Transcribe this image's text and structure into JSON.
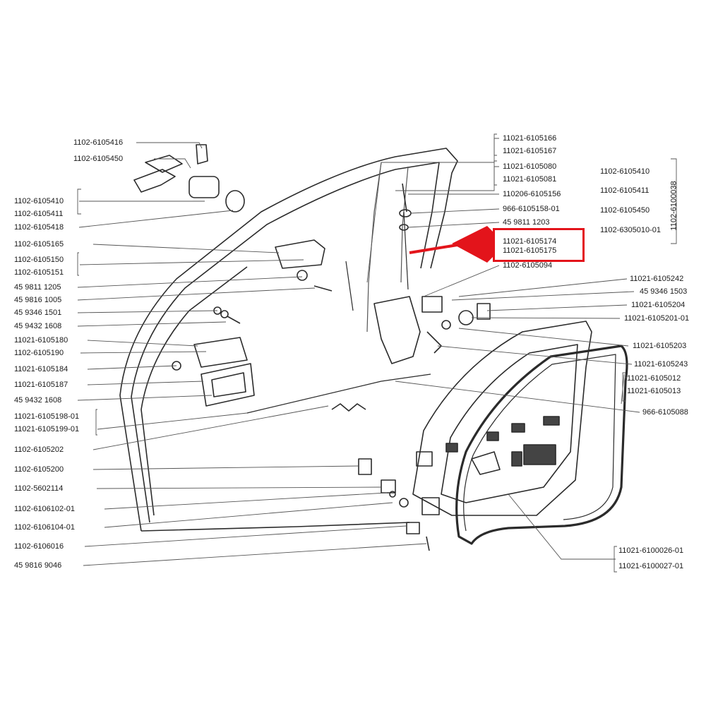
{
  "left_labels": [
    "1102-6105416",
    "1102-6105450",
    "1102-6105410",
    "1102-6105411",
    "1102-6105418",
    "1102-6105165",
    "1102-6105150",
    "1102-6105151",
    "45 9811 1205",
    "45 9816 1005",
    "45 9346 1501",
    "45 9432 1608",
    "11021-6105180",
    "1102-6105190",
    "11021-6105184",
    "11021-6105187",
    "45 9432 1608",
    "11021-6105198-01",
    "11021-6105199-01",
    "1102-6105202",
    "1102-6105200",
    "1102-5602114",
    "1102-6106102-01",
    "1102-6106104-01",
    "1102-6106016",
    "45 9816 9046"
  ],
  "top_right_labels": [
    "11021-6105166",
    "11021-6105167",
    "11021-6105080",
    "11021-6105081",
    "110206-6105156",
    "966-6105158-01",
    "45 9811 1203",
    "11021-6105174",
    "11021-6105175",
    "1102-6105094"
  ],
  "kit_labels": [
    "1102-6105410",
    "1102-6105411",
    "1102-6105450",
    "1102-6305010-01"
  ],
  "kit_code": "1102-6100038",
  "right_labels": [
    "11021-6105242",
    "45 9346 1503",
    "11021-6105204",
    "11021-6105201-01",
    "11021-6105203",
    "11021-6105243",
    "11021-6105012",
    "11021-6105013",
    "966-6105088",
    "11021-6100026-01",
    "11021-6100027-01"
  ],
  "colors": {
    "highlight": "#e3141b",
    "line": "#2b2b2b",
    "leader": "#555555"
  }
}
